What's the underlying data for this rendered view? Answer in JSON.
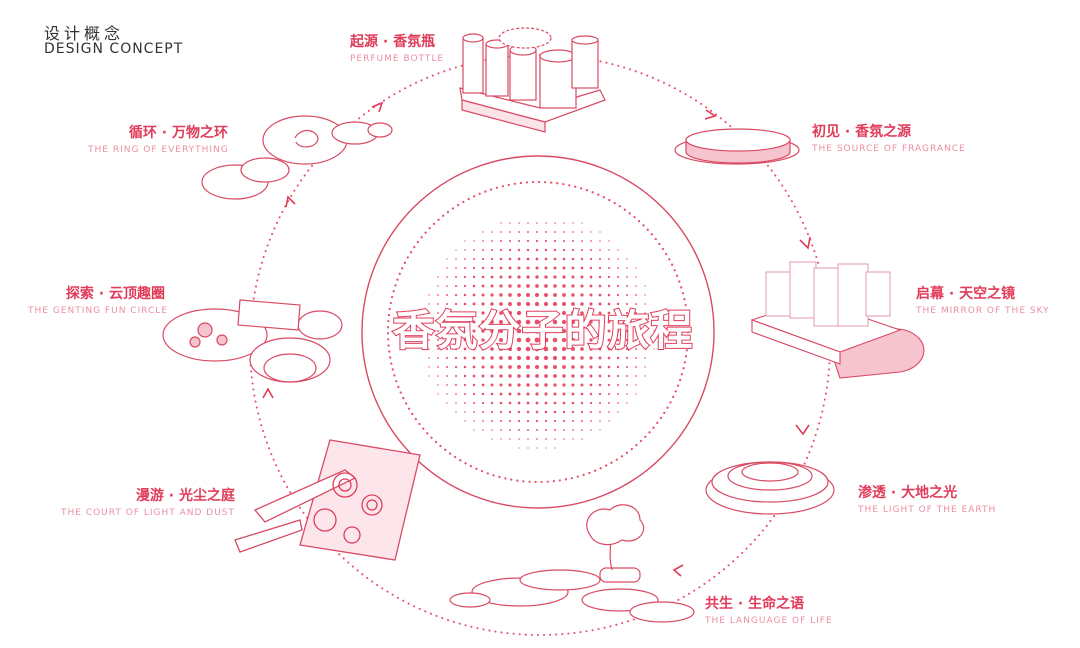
{
  "header": {
    "title_cn": "设计概念",
    "title_en": "DESIGN CONCEPT"
  },
  "center_title": "香氛分子的旅程",
  "stages": [
    {
      "cn": "起源 · 香氛瓶",
      "en": "PERFUME BOTTLE"
    },
    {
      "cn": "初见 · 香氛之源",
      "en": "THE SOURCE OF FRAGRANCE"
    },
    {
      "cn": "启幕 · 天空之镜",
      "en": "THE MIRROR OF THE SKY"
    },
    {
      "cn": "渗透 · 大地之光",
      "en": "THE LIGHT OF THE EARTH"
    },
    {
      "cn": "共生 · 生命之语",
      "en": "THE LANGUAGE OF LIFE"
    },
    {
      "cn": "漫游 · 光尘之庭",
      "en": "THE COURT OF LIGHT AND DUST"
    },
    {
      "cn": "探索 · 云顶趣圈",
      "en": "THE GENTING FUN CIRCLE"
    },
    {
      "cn": "循环 · 万物之环",
      "en": "THE RING OF EVERYTHING"
    }
  ],
  "colors": {
    "accent": "#e03c5a",
    "accent_light": "#f3a6b6",
    "fill_pink": "#f6c4cf",
    "line": "#d94a63",
    "dot": "#e8506c",
    "text_header": "#333333"
  }
}
